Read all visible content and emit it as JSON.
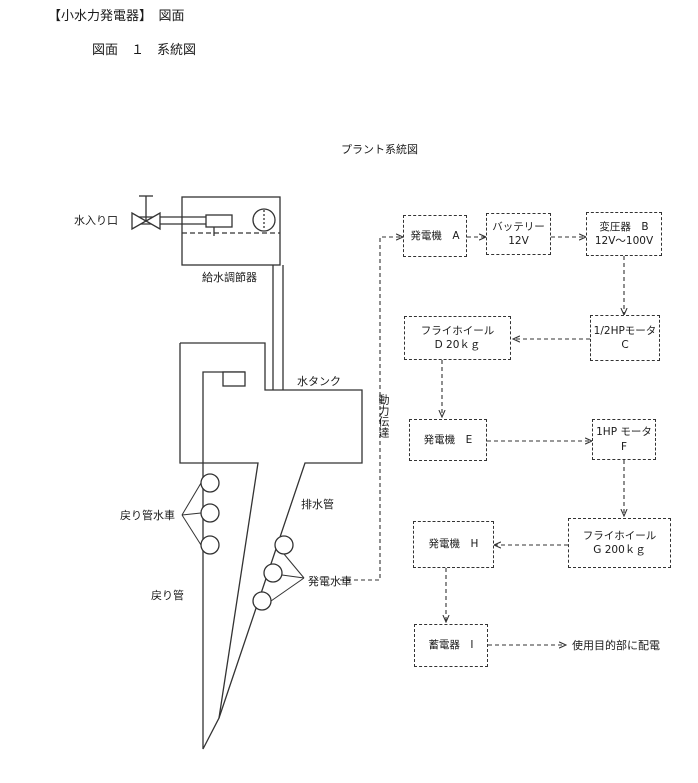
{
  "header": {
    "section_title": "【小水力発電器】　図面",
    "figure_title": "図面　１　系統図"
  },
  "diagram": {
    "title": "プラント系統図",
    "left_labels": {
      "water_inlet": "水入り口",
      "supply_regulator": "給水調節器",
      "water_tank": "水タンク",
      "return_pipe_waterwheel": "戻り管水車",
      "drain_pipe": "排水管",
      "return_pipe": "戻り管",
      "generator_waterwheel": "発電水車",
      "power_transmission": "動力伝達"
    },
    "blocks": {
      "generator_a": {
        "line1": "発電機　A"
      },
      "battery": {
        "line1": "バッテリー",
        "line2": "12V"
      },
      "transformer_b": {
        "line1": "変圧器　B",
        "line2": "12V～100V"
      },
      "motor_c": {
        "line1": "1/2HPモータ",
        "line2": "C"
      },
      "flywheel_d": {
        "line1": "フライホイール",
        "line2": "D 20ｋｇ"
      },
      "generator_e": {
        "line1": "発電機　E"
      },
      "motor_f": {
        "line1": "1HP モータ",
        "line2": "F"
      },
      "flywheel_g": {
        "line1": "フライホイール",
        "line2": "G 200ｋｇ"
      },
      "generator_h": {
        "line1": "発電機　H"
      },
      "storage_i": {
        "line1": "蓄電器　I"
      }
    },
    "output_label": "使用目的部に配電"
  }
}
